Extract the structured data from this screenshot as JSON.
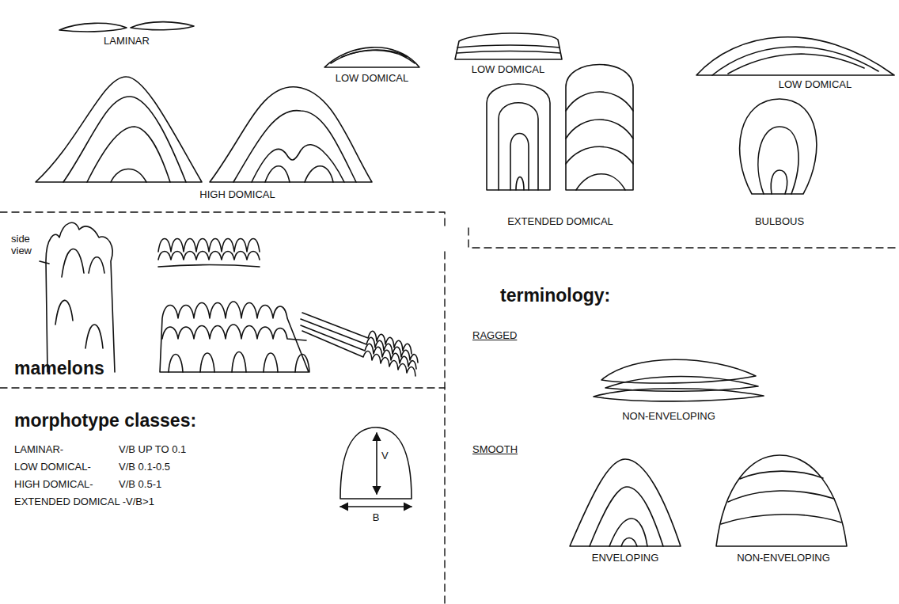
{
  "diagram": {
    "labels": [
      "LAMINAR",
      "LOW DOMICAL",
      "LOW DOMICAL",
      "LOW DOMICAL",
      "HIGH DOMICAL",
      "EXTENDED DOMICAL",
      "BULBOUS",
      "side view",
      "mamelons",
      "morphotype classes:",
      "LAMINAR-",
      "V/B UP TO 0.1",
      "LOW DOMICAL-",
      "V/B 0.1-0.5",
      "HIGH DOMICAL-",
      "V/B 0.5-1",
      "EXTENDED DOMICAL -V/B>1",
      "V",
      "B",
      "terminology:",
      "RAGGED",
      "NON-ENVELOPING",
      "SMOOTH",
      "ENVELOPING",
      "NON-ENVELOPING"
    ]
  }
}
